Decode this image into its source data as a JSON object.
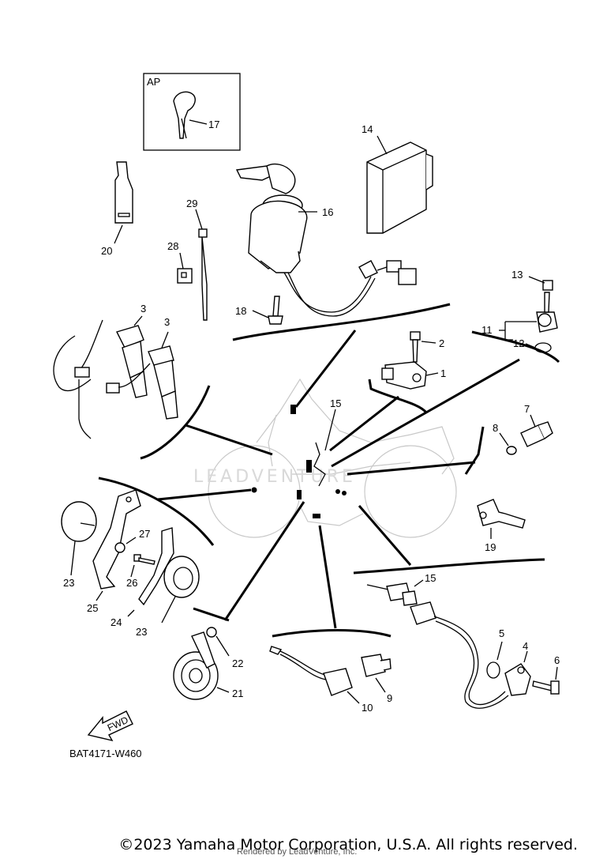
{
  "diagram": {
    "box_label": "AP",
    "drawing_code": "BAT4171-W460",
    "fwd_label": "FWD",
    "watermark": "LEADVENTURE",
    "callouts": [
      {
        "id": "p1",
        "text": "1"
      },
      {
        "id": "p2",
        "text": "2"
      },
      {
        "id": "p3a",
        "text": "3"
      },
      {
        "id": "p3b",
        "text": "3"
      },
      {
        "id": "p4",
        "text": "4"
      },
      {
        "id": "p5",
        "text": "5"
      },
      {
        "id": "p6",
        "text": "6"
      },
      {
        "id": "p7",
        "text": "7"
      },
      {
        "id": "p8",
        "text": "8"
      },
      {
        "id": "p9",
        "text": "9"
      },
      {
        "id": "p10",
        "text": "10"
      },
      {
        "id": "p11",
        "text": "11"
      },
      {
        "id": "p12",
        "text": "12"
      },
      {
        "id": "p13",
        "text": "13"
      },
      {
        "id": "p14",
        "text": "14"
      },
      {
        "id": "p15a",
        "text": "15"
      },
      {
        "id": "p15b",
        "text": "15"
      },
      {
        "id": "p16",
        "text": "16"
      },
      {
        "id": "p17",
        "text": "17"
      },
      {
        "id": "p18",
        "text": "18"
      },
      {
        "id": "p19",
        "text": "19"
      },
      {
        "id": "p20",
        "text": "20"
      },
      {
        "id": "p21",
        "text": "21"
      },
      {
        "id": "p22",
        "text": "22"
      },
      {
        "id": "p23a",
        "text": "23"
      },
      {
        "id": "p23b",
        "text": "23"
      },
      {
        "id": "p24",
        "text": "24"
      },
      {
        "id": "p25",
        "text": "25"
      },
      {
        "id": "p26",
        "text": "26"
      },
      {
        "id": "p27",
        "text": "27"
      },
      {
        "id": "p28",
        "text": "28"
      },
      {
        "id": "p29",
        "text": "29"
      }
    ]
  },
  "footer": {
    "copyright": "©2023 Yamaha Motor Corporation, U.S.A. All rights reserved.",
    "rendered_by": "Rendered by LeadVenture, Inc."
  }
}
